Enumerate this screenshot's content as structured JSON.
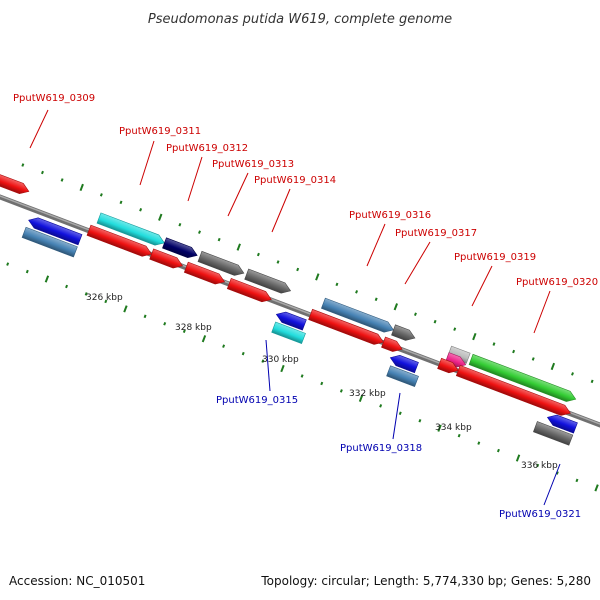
{
  "title": "Pseudomonas putida W619, complete genome",
  "footer": {
    "accession": "Accession: NC_010501",
    "summary": "Topology: circular; Length: 5,774,330 bp; Genes: 5,280"
  },
  "colors": {
    "backbone": "#8c8c8c",
    "tick": "#1f7a1f",
    "label_forward": "#cc0000",
    "label_reverse": "#0000b0",
    "red": "#ee1111",
    "blue": "#1111dd",
    "steel": "#4682b4",
    "gray": "#666666",
    "cyan": "#22dddd",
    "navy": "#000066",
    "pink": "#ee2288",
    "green": "#33cc33",
    "lightgray": "#bbbbbb"
  },
  "scale_labels": [
    "326 kbp",
    "328 kbp",
    "330 kbp",
    "332 kbp",
    "334 kbp",
    "336 kbp"
  ],
  "gene_labels": [
    {
      "text": "PputW619_0309",
      "strand": "forward"
    },
    {
      "text": "PputW619_0311",
      "strand": "forward"
    },
    {
      "text": "PputW619_0312",
      "strand": "forward"
    },
    {
      "text": "PputW619_0313",
      "strand": "forward"
    },
    {
      "text": "PputW619_0314",
      "strand": "forward"
    },
    {
      "text": "PputW619_0316",
      "strand": "forward"
    },
    {
      "text": "PputW619_0317",
      "strand": "forward"
    },
    {
      "text": "PputW619_0319",
      "strand": "forward"
    },
    {
      "text": "PputW619_0320",
      "strand": "forward"
    },
    {
      "text": "PputW619_0315",
      "strand": "reverse"
    },
    {
      "text": "PputW619_0318",
      "strand": "reverse"
    },
    {
      "text": "PputW619_0321",
      "strand": "reverse"
    }
  ]
}
